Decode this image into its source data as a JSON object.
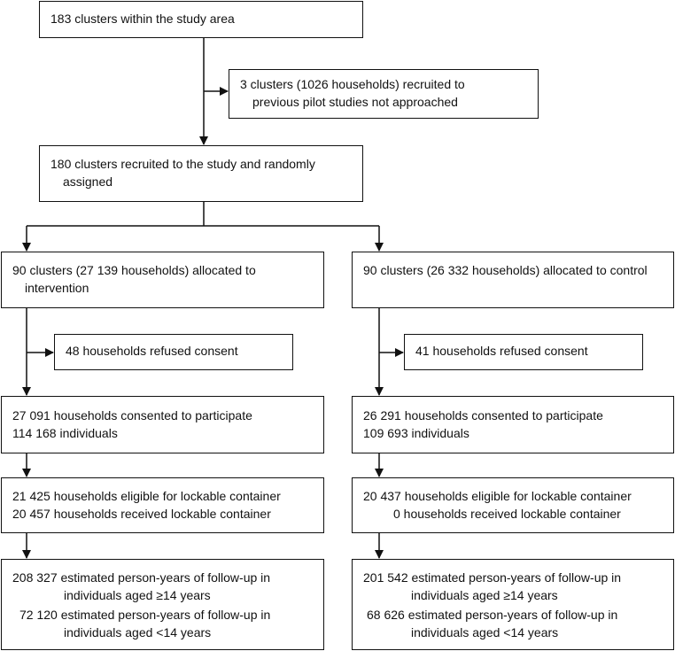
{
  "study_area": {
    "line1": "183 clusters within the study area"
  },
  "pilot_excluded": {
    "line1": "3 clusters (1026 households) recruited to",
    "line2": "previous pilot studies not approached"
  },
  "randomised": {
    "line1": "180 clusters recruited to the study and randomly",
    "line2": "assigned"
  },
  "intervention": {
    "allocated": {
      "line1": "90 clusters (27 139 households) allocated to",
      "line2": "intervention"
    },
    "refused": {
      "line1": "48 households refused consent"
    },
    "consented": {
      "line1": "27 091 households consented to participate",
      "line2": "114 168 individuals"
    },
    "container": {
      "line1": "21 425 households eligible for lockable container",
      "line2": "20 457 households received lockable container"
    },
    "followup": {
      "line1": "208 327 estimated person-years of follow-up in",
      "line2": "individuals aged ≥14 years",
      "line3": "72 120 estimated person-years of follow-up in",
      "line4": "individuals aged <14 years"
    }
  },
  "control": {
    "allocated": {
      "line1": "90 clusters (26 332 households) allocated to control"
    },
    "refused": {
      "line1": "41 households refused consent"
    },
    "consented": {
      "line1": "26 291 households consented to participate",
      "line2": "109 693 individuals"
    },
    "container": {
      "line1": "20 437 households eligible for lockable container",
      "line2": "0 households received lockable container"
    },
    "followup": {
      "line1": "201 542 estimated person-years of follow-up in",
      "line2": "individuals aged ≥14 years",
      "line3": "68 626 estimated person-years of follow-up in",
      "line4": "individuals aged <14 years"
    }
  }
}
